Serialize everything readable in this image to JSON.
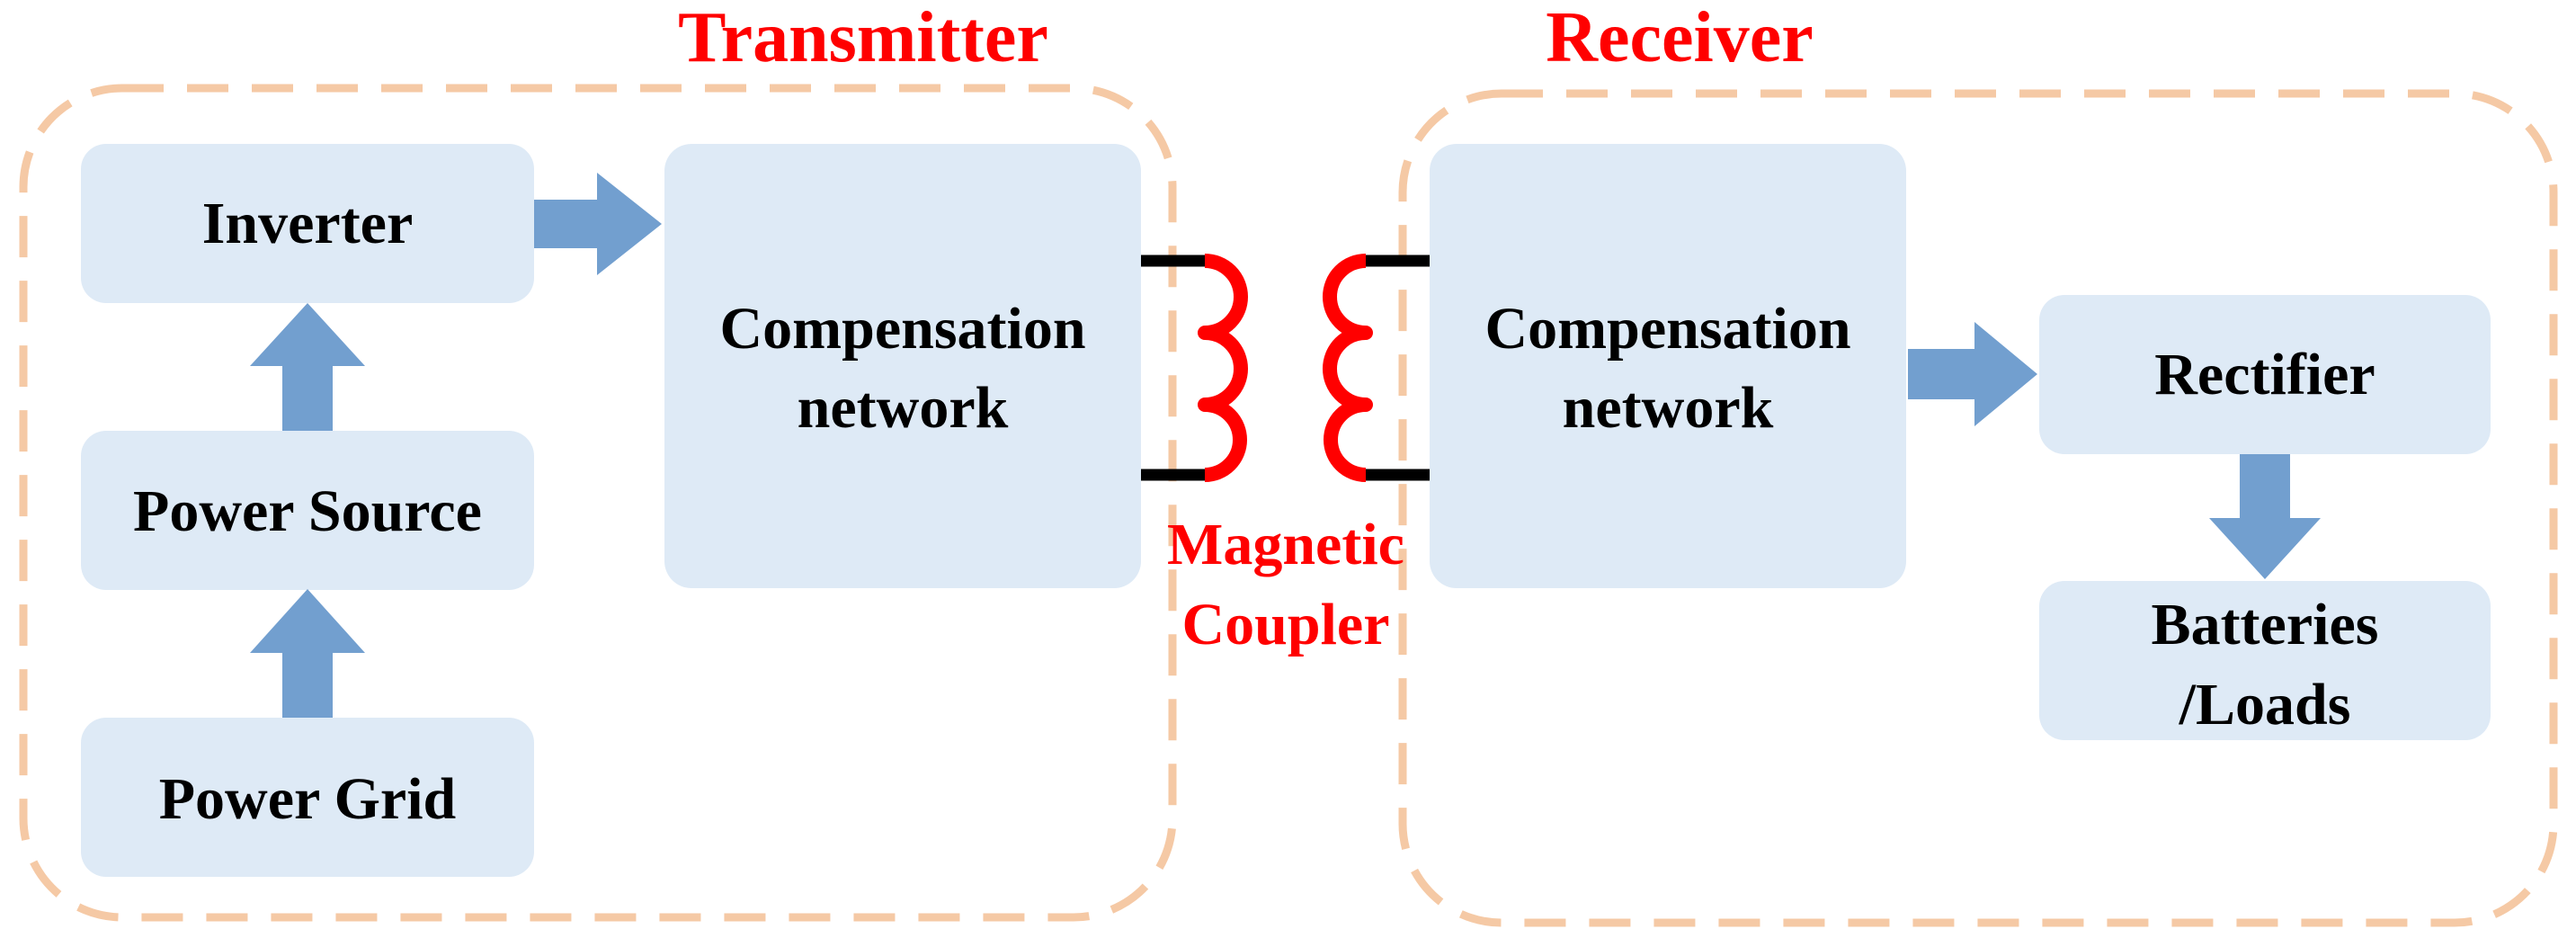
{
  "sections": {
    "transmitter": "Transmitter",
    "receiver": "Receiver"
  },
  "blocks": {
    "inverter": "Inverter",
    "power_source": "Power Source",
    "power_grid": "Power Grid",
    "tx_compensation": [
      "Compensation",
      "network"
    ],
    "rx_compensation": [
      "Compensation",
      "network"
    ],
    "rectifier": "Rectifier",
    "batteries_loads": [
      "Batteries",
      "/Loads"
    ]
  },
  "coupler": {
    "label": [
      "Magnetic",
      "Coupler"
    ]
  },
  "colors": {
    "block_fill": "#deeaf6",
    "arrow": "#729fcf",
    "dashed_border": "#f5c9a5",
    "accent_text": "#ff0000",
    "coil": "#ff0000",
    "lead": "#000000",
    "text": "#000000"
  }
}
